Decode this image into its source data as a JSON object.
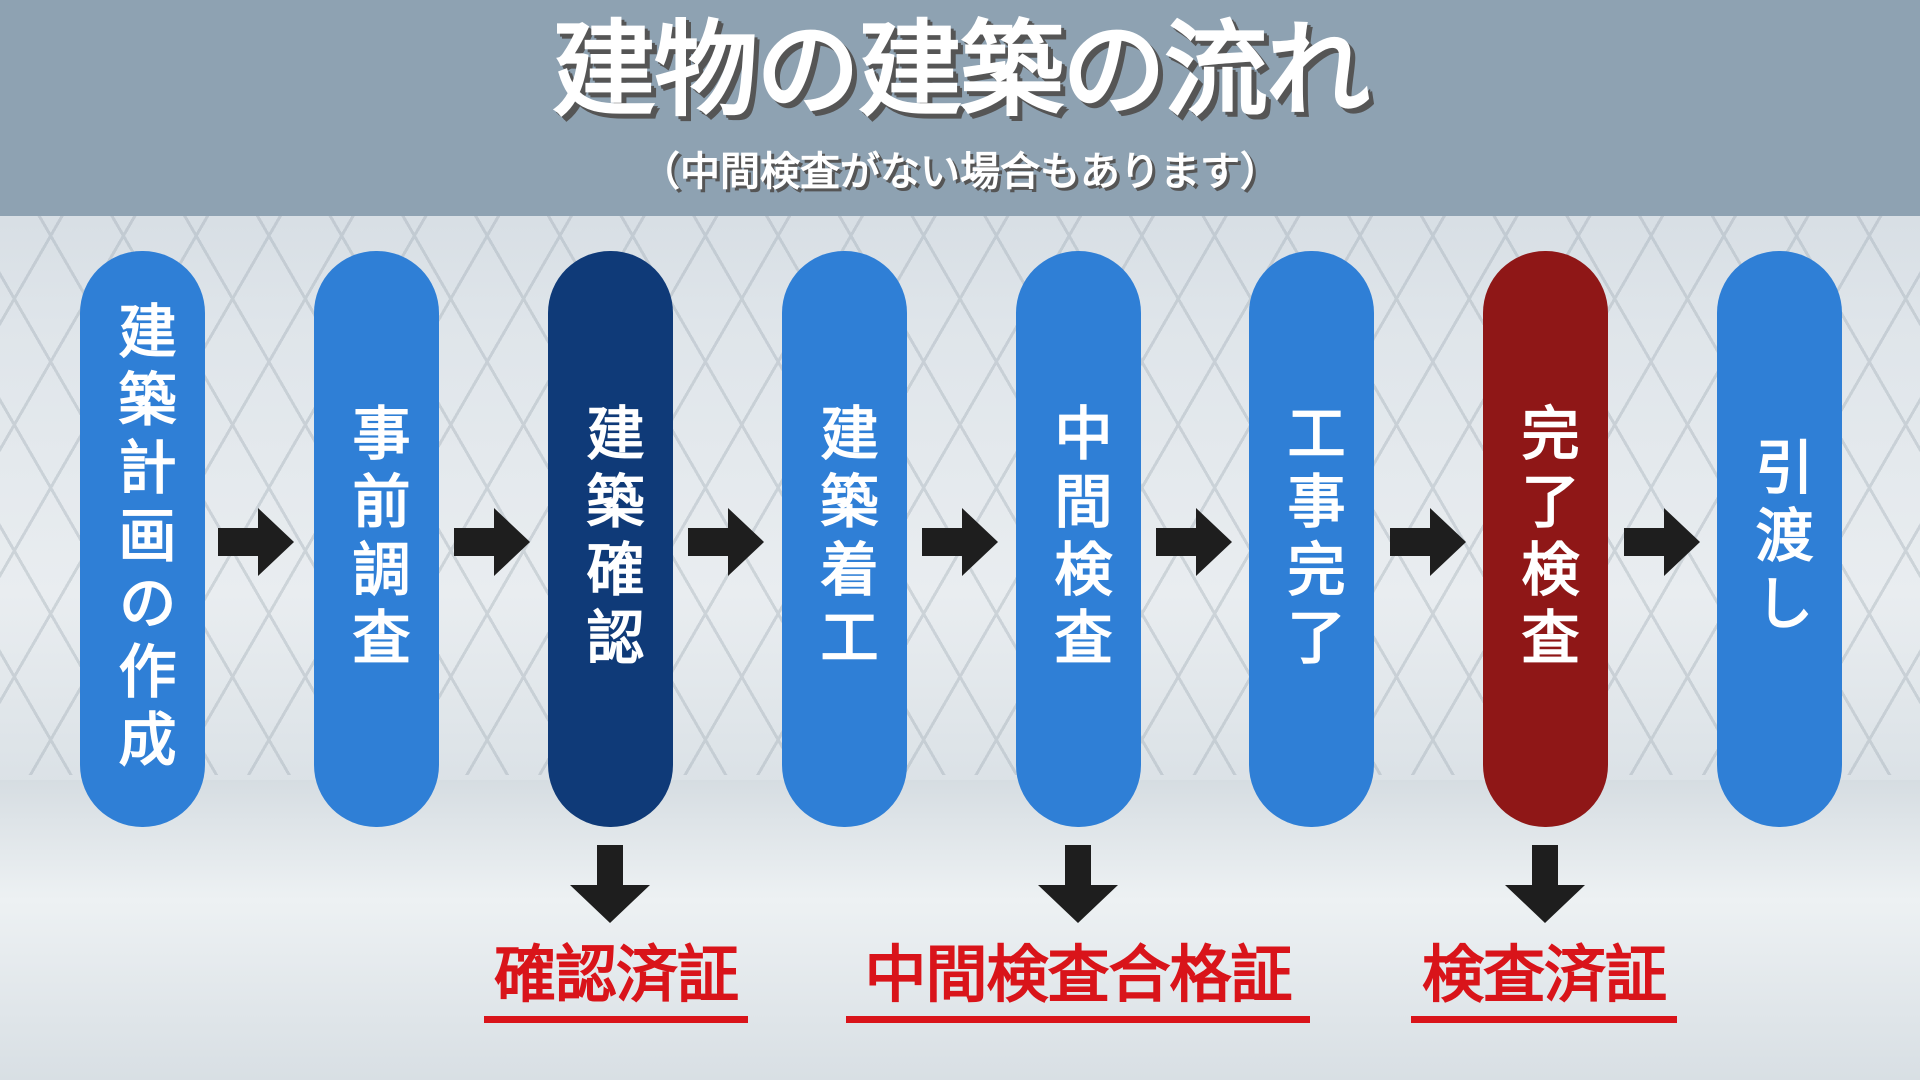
{
  "header": {
    "title": "建物の建築の流れ",
    "subtitle": "（中間検査がない場合もあります）"
  },
  "steps": [
    {
      "label": "建築計画の作成"
    },
    {
      "label": "事前調査"
    },
    {
      "label": "建築確認"
    },
    {
      "label": "建築着工"
    },
    {
      "label": "中間検査"
    },
    {
      "label": "工事完了"
    },
    {
      "label": "完了検査"
    },
    {
      "label": "引渡し"
    }
  ],
  "certificates": [
    {
      "label": "確認済証"
    },
    {
      "label": "中間検査合格証"
    },
    {
      "label": "検査済証"
    }
  ],
  "colors": {
    "step_blue": "#2f7fd6",
    "step_dark": "#0f3a78",
    "step_red": "#8f1717",
    "certificate_red": "#d9141a",
    "arrow": "#1e1e1e"
  }
}
